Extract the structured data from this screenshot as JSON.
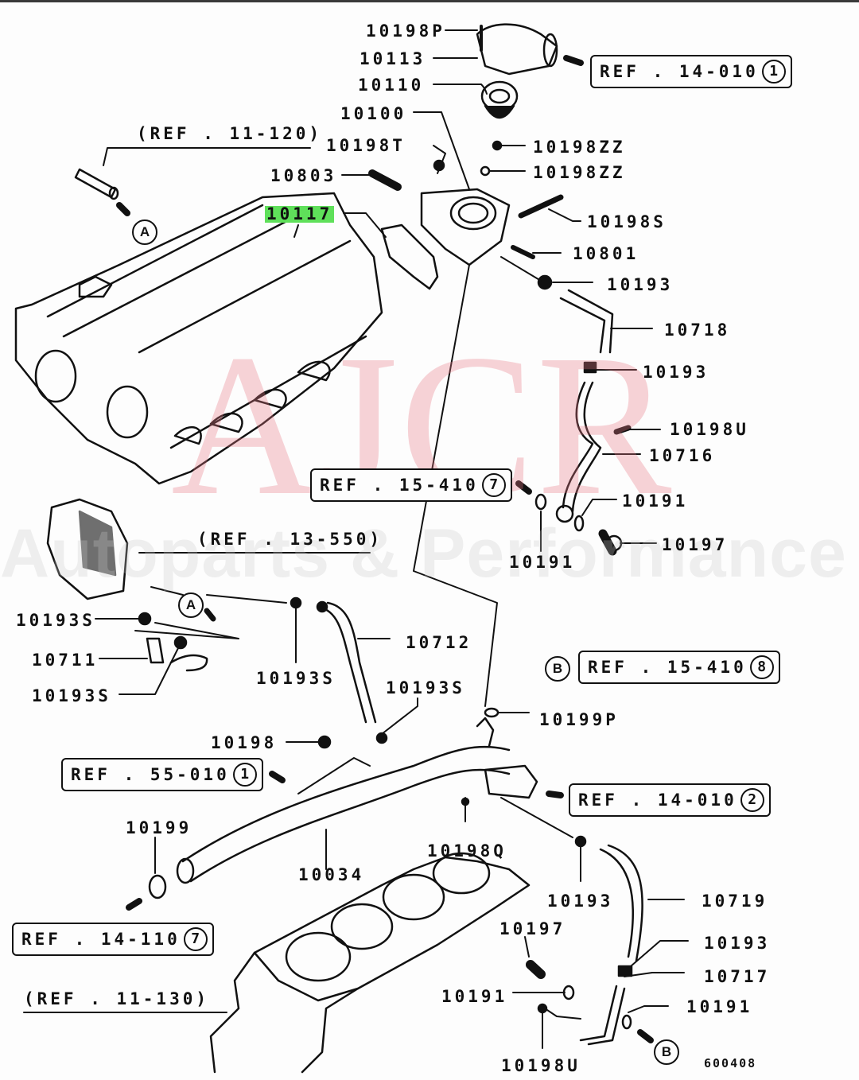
{
  "diagram": {
    "title": "Engine cooling water pipe / thermostat assembly parts diagram",
    "highlight_color": "#5fe05a",
    "diagram_code": "600408",
    "watermark": {
      "main": "AJCR",
      "sub": "Autoparts & Performance",
      "main_color": "#e87887"
    },
    "parts": [
      {
        "id": "p01",
        "number": "10198P"
      },
      {
        "id": "p02",
        "number": "10113"
      },
      {
        "id": "p03",
        "number": "10110"
      },
      {
        "id": "p04",
        "number": "10100"
      },
      {
        "id": "p05",
        "number": "10198T"
      },
      {
        "id": "p06",
        "number": "10198ZZ"
      },
      {
        "id": "p07",
        "number": "10198ZZ"
      },
      {
        "id": "p08",
        "number": "10803"
      },
      {
        "id": "p09",
        "number": "10117",
        "highlighted": true
      },
      {
        "id": "p10",
        "number": "10198S"
      },
      {
        "id": "p11",
        "number": "10801"
      },
      {
        "id": "p12",
        "number": "10193"
      },
      {
        "id": "p13",
        "number": "10718"
      },
      {
        "id": "p14",
        "number": "10193"
      },
      {
        "id": "p15",
        "number": "10198U"
      },
      {
        "id": "p16",
        "number": "10716"
      },
      {
        "id": "p17",
        "number": "10191"
      },
      {
        "id": "p18",
        "number": "10197"
      },
      {
        "id": "p19",
        "number": "10191"
      },
      {
        "id": "p20",
        "number": "10193S"
      },
      {
        "id": "p21",
        "number": "10711"
      },
      {
        "id": "p22",
        "number": "10193S"
      },
      {
        "id": "p23",
        "number": "10193S"
      },
      {
        "id": "p24",
        "number": "10712"
      },
      {
        "id": "p25",
        "number": "10193S"
      },
      {
        "id": "p26",
        "number": "10199P"
      },
      {
        "id": "p27",
        "number": "10198"
      },
      {
        "id": "p28",
        "number": "10199"
      },
      {
        "id": "p29",
        "number": "10034"
      },
      {
        "id": "p30",
        "number": "10198Q"
      },
      {
        "id": "p31",
        "number": "10193"
      },
      {
        "id": "p32",
        "number": "10719"
      },
      {
        "id": "p33",
        "number": "10197"
      },
      {
        "id": "p34",
        "number": "10193"
      },
      {
        "id": "p35",
        "number": "10717"
      },
      {
        "id": "p36",
        "number": "10191"
      },
      {
        "id": "p37",
        "number": "10191"
      },
      {
        "id": "p38",
        "number": "10198U"
      }
    ],
    "ref_boxes": [
      {
        "id": "r1",
        "text": "REF . 14-010",
        "circle": "1"
      },
      {
        "id": "r2",
        "text": "REF . 15-410",
        "circle": "7"
      },
      {
        "id": "r3",
        "text": "REF . 15-410",
        "circle": "8"
      },
      {
        "id": "r4",
        "text": "REF . 55-010",
        "circle": "1"
      },
      {
        "id": "r5",
        "text": "REF . 14-010",
        "circle": "2"
      },
      {
        "id": "r6",
        "text": "REF . 14-110",
        "circle": "7"
      }
    ],
    "ref_plain": [
      {
        "id": "q1",
        "text": "(REF . 11-120)"
      },
      {
        "id": "q2",
        "text": "(REF . 13-550)"
      },
      {
        "id": "q3",
        "text": "(REF . 11-130)"
      }
    ],
    "markers": [
      {
        "id": "m1",
        "letter": "A"
      },
      {
        "id": "m2",
        "letter": "A"
      },
      {
        "id": "m3",
        "letter": "B"
      },
      {
        "id": "m4",
        "letter": "B"
      }
    ]
  }
}
